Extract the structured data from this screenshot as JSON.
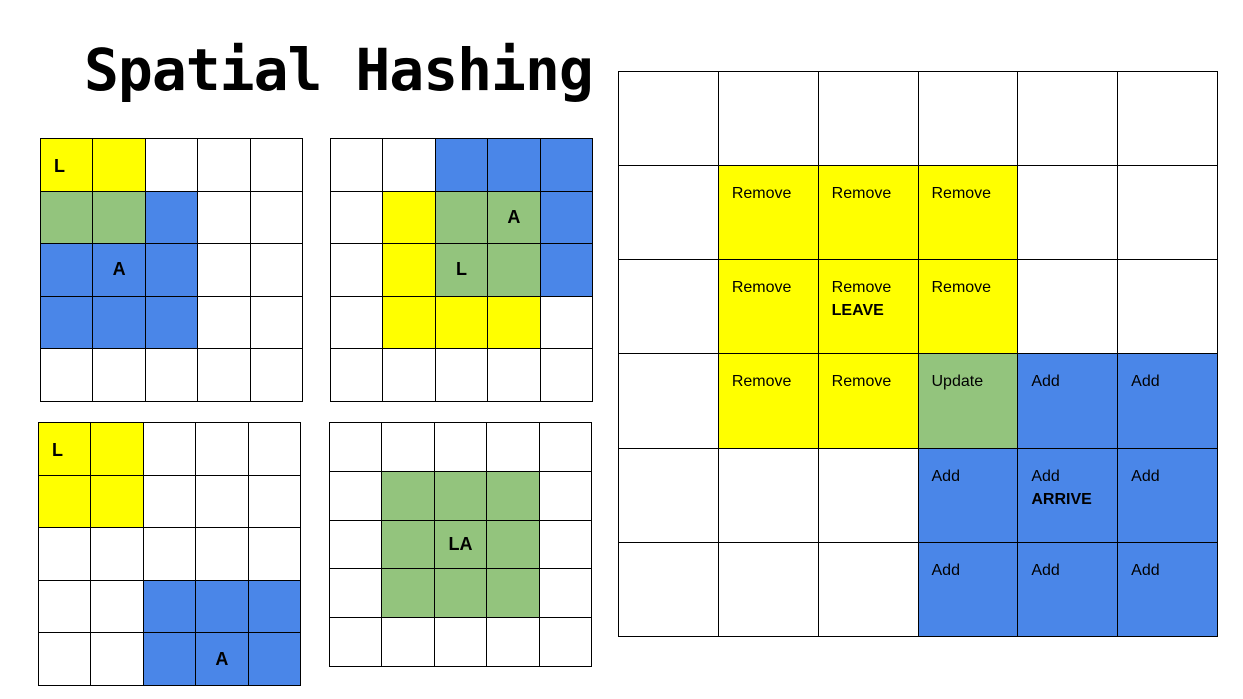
{
  "title": "Spatial Hashing",
  "colors": {
    "leave_cell": "#ffff00",
    "overlap_cell": "#93c47d",
    "arrive_cell": "#4a86e8",
    "empty_cell": "#ffffff",
    "grid_line": "#000000"
  },
  "grids": {
    "grid1": {
      "cols": 5,
      "rows": [
        [
          "y",
          "y",
          "w",
          "w",
          "w"
        ],
        [
          "g",
          "g",
          "b",
          "w",
          "w"
        ],
        [
          "b",
          "b",
          "b",
          "w",
          "w"
        ],
        [
          "b",
          "b",
          "b",
          "w",
          "w"
        ],
        [
          "w",
          "w",
          "w",
          "w",
          "w"
        ]
      ],
      "labels": [
        {
          "row": 0,
          "col": 0,
          "text": "L",
          "corner": true
        },
        {
          "row": 2,
          "col": 1,
          "text": "A"
        }
      ]
    },
    "grid2": {
      "cols": 5,
      "rows": [
        [
          "w",
          "w",
          "b",
          "b",
          "b"
        ],
        [
          "w",
          "y",
          "g",
          "g",
          "b"
        ],
        [
          "w",
          "y",
          "g",
          "g",
          "b"
        ],
        [
          "w",
          "y",
          "y",
          "y",
          "w"
        ],
        [
          "w",
          "w",
          "w",
          "w",
          "w"
        ]
      ],
      "labels": [
        {
          "row": 1,
          "col": 3,
          "text": "A"
        },
        {
          "row": 2,
          "col": 2,
          "text": "L"
        }
      ]
    },
    "grid3": {
      "cols": 5,
      "rows": [
        [
          "y",
          "y",
          "w",
          "w",
          "w"
        ],
        [
          "y",
          "y",
          "w",
          "w",
          "w"
        ],
        [
          "w",
          "w",
          "w",
          "w",
          "w"
        ],
        [
          "w",
          "w",
          "b",
          "b",
          "b"
        ],
        [
          "w",
          "w",
          "b",
          "b",
          "b"
        ]
      ],
      "labels": [
        {
          "row": 0,
          "col": 0,
          "text": "L",
          "corner": true
        },
        {
          "row": 4,
          "col": 3,
          "text": "A"
        }
      ]
    },
    "grid4": {
      "cols": 5,
      "rows": [
        [
          "w",
          "w",
          "w",
          "w",
          "w"
        ],
        [
          "w",
          "g",
          "g",
          "g",
          "w"
        ],
        [
          "w",
          "g",
          "g",
          "g",
          "w"
        ],
        [
          "w",
          "g",
          "g",
          "g",
          "w"
        ],
        [
          "w",
          "w",
          "w",
          "w",
          "w"
        ]
      ],
      "labels": [
        {
          "row": 2,
          "col": 2,
          "text": "LA"
        }
      ]
    },
    "grid5": {
      "cols": 6,
      "rows": [
        [
          "w",
          "w",
          "w",
          "w",
          "w",
          "w"
        ],
        [
          "w",
          "y",
          "y",
          "y",
          "w",
          "w"
        ],
        [
          "w",
          "y",
          "y",
          "y",
          "w",
          "w"
        ],
        [
          "w",
          "y",
          "y",
          "g",
          "b",
          "b"
        ],
        [
          "w",
          "w",
          "w",
          "b",
          "b",
          "b"
        ],
        [
          "w",
          "w",
          "w",
          "b",
          "b",
          "b"
        ]
      ],
      "cells": [
        {
          "row": 1,
          "col": 1,
          "action": "Remove"
        },
        {
          "row": 1,
          "col": 2,
          "action": "Remove"
        },
        {
          "row": 1,
          "col": 3,
          "action": "Remove"
        },
        {
          "row": 2,
          "col": 1,
          "action": "Remove"
        },
        {
          "row": 2,
          "col": 2,
          "action": "Remove",
          "event": "LEAVE"
        },
        {
          "row": 2,
          "col": 3,
          "action": "Remove"
        },
        {
          "row": 3,
          "col": 1,
          "action": "Remove"
        },
        {
          "row": 3,
          "col": 2,
          "action": "Remove"
        },
        {
          "row": 3,
          "col": 3,
          "action": "Update"
        },
        {
          "row": 3,
          "col": 4,
          "action": "Add"
        },
        {
          "row": 3,
          "col": 5,
          "action": "Add"
        },
        {
          "row": 4,
          "col": 3,
          "action": "Add"
        },
        {
          "row": 4,
          "col": 4,
          "action": "Add",
          "event": "ARRIVE"
        },
        {
          "row": 4,
          "col": 5,
          "action": "Add"
        },
        {
          "row": 5,
          "col": 3,
          "action": "Add"
        },
        {
          "row": 5,
          "col": 4,
          "action": "Add"
        },
        {
          "row": 5,
          "col": 5,
          "action": "Add"
        }
      ]
    }
  }
}
